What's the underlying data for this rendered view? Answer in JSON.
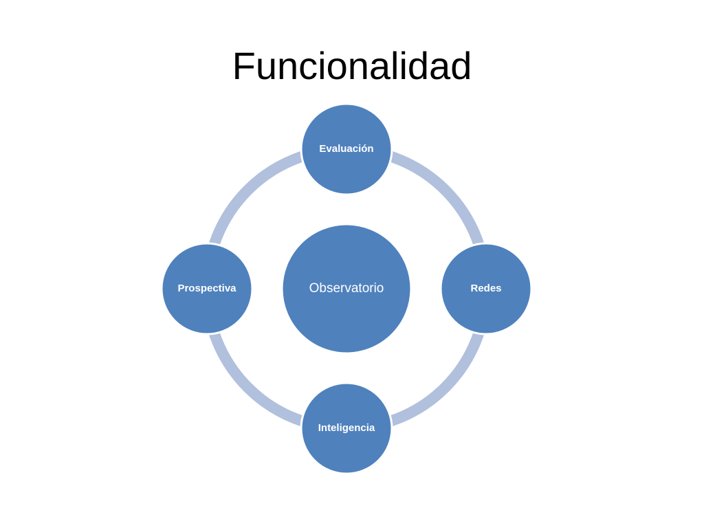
{
  "slide": {
    "title": "Funcionalidad"
  },
  "diagram": {
    "center": {
      "label": "Observatorio"
    },
    "nodes": [
      {
        "label": "Evaluación"
      },
      {
        "label": "Redes"
      },
      {
        "label": "Inteligencia"
      },
      {
        "label": "Prospectiva"
      }
    ],
    "colors": {
      "node_fill": "#4f81bd",
      "node_stroke": "#ffffff",
      "ring": "#b0c0dd"
    }
  }
}
